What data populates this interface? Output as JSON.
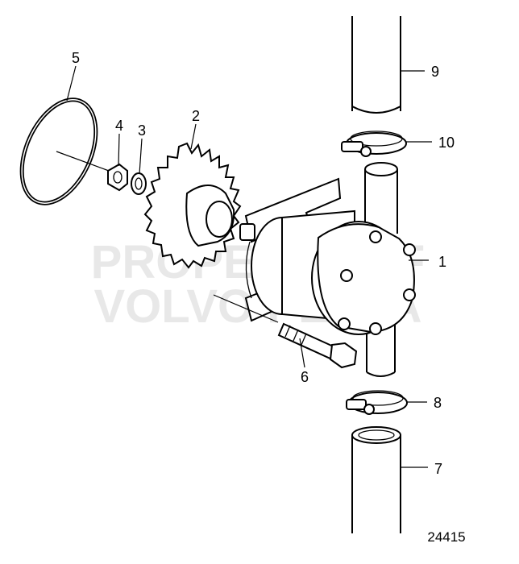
{
  "diagram": {
    "callouts": [
      {
        "id": "1",
        "text": "1"
      },
      {
        "id": "2",
        "text": "2"
      },
      {
        "id": "3",
        "text": "3"
      },
      {
        "id": "4",
        "text": "4"
      },
      {
        "id": "5",
        "text": "5"
      },
      {
        "id": "6",
        "text": "6"
      },
      {
        "id": "7",
        "text": "7"
      },
      {
        "id": "8",
        "text": "8"
      },
      {
        "id": "9",
        "text": "9"
      },
      {
        "id": "10",
        "text": "10"
      }
    ],
    "document_number": "24415",
    "watermark_lines": [
      "PROPERTY OF",
      "VOLVO PENTA"
    ]
  }
}
